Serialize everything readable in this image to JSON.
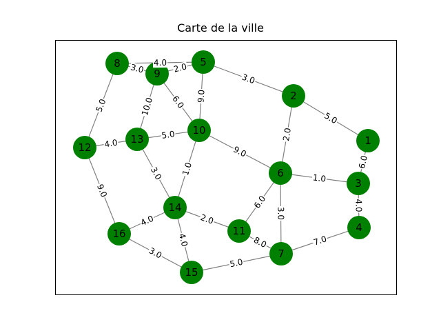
{
  "title": "Carte de la ville",
  "colors": {
    "node": "#008000",
    "edge": "#808080",
    "frame": "#000000"
  },
  "nodes": [
    "1",
    "2",
    "3",
    "4",
    "5",
    "6",
    "7",
    "8",
    "9",
    "10",
    "11",
    "12",
    "13",
    "14",
    "15",
    "16"
  ],
  "edges": [
    {
      "from": "8",
      "to": "9",
      "weight": "3.0"
    },
    {
      "from": "8",
      "to": "5",
      "weight": "4.0"
    },
    {
      "from": "9",
      "to": "5",
      "weight": "2.0"
    },
    {
      "from": "5",
      "to": "2",
      "weight": "3.0"
    },
    {
      "from": "2",
      "to": "1",
      "weight": "5.0"
    },
    {
      "from": "8",
      "to": "12",
      "weight": "5.0"
    },
    {
      "from": "9",
      "to": "13",
      "weight": "10.0"
    },
    {
      "from": "9",
      "to": "10",
      "weight": "6.0"
    },
    {
      "from": "5",
      "to": "10",
      "weight": "9.0"
    },
    {
      "from": "2",
      "to": "6",
      "weight": "2.0"
    },
    {
      "from": "1",
      "to": "3",
      "weight": "6.0"
    },
    {
      "from": "12",
      "to": "13",
      "weight": "4.0"
    },
    {
      "from": "13",
      "to": "10",
      "weight": "5.0"
    },
    {
      "from": "10",
      "to": "6",
      "weight": "9.0"
    },
    {
      "from": "6",
      "to": "3",
      "weight": "1.0"
    },
    {
      "from": "10",
      "to": "14",
      "weight": "1.0"
    },
    {
      "from": "13",
      "to": "14",
      "weight": "3.0"
    },
    {
      "from": "12",
      "to": "16",
      "weight": "9.0"
    },
    {
      "from": "6",
      "to": "11",
      "weight": "6.0"
    },
    {
      "from": "6",
      "to": "7",
      "weight": "3.0"
    },
    {
      "from": "3",
      "to": "4",
      "weight": "4.0"
    },
    {
      "from": "14",
      "to": "16",
      "weight": "4.0"
    },
    {
      "from": "14",
      "to": "11",
      "weight": "2.0"
    },
    {
      "from": "14",
      "to": "15",
      "weight": "4.0"
    },
    {
      "from": "11",
      "to": "7",
      "weight": "8.0"
    },
    {
      "from": "4",
      "to": "7",
      "weight": "7.0"
    },
    {
      "from": "16",
      "to": "15",
      "weight": "3.0"
    },
    {
      "from": "15",
      "to": "7",
      "weight": "5.0"
    }
  ]
}
